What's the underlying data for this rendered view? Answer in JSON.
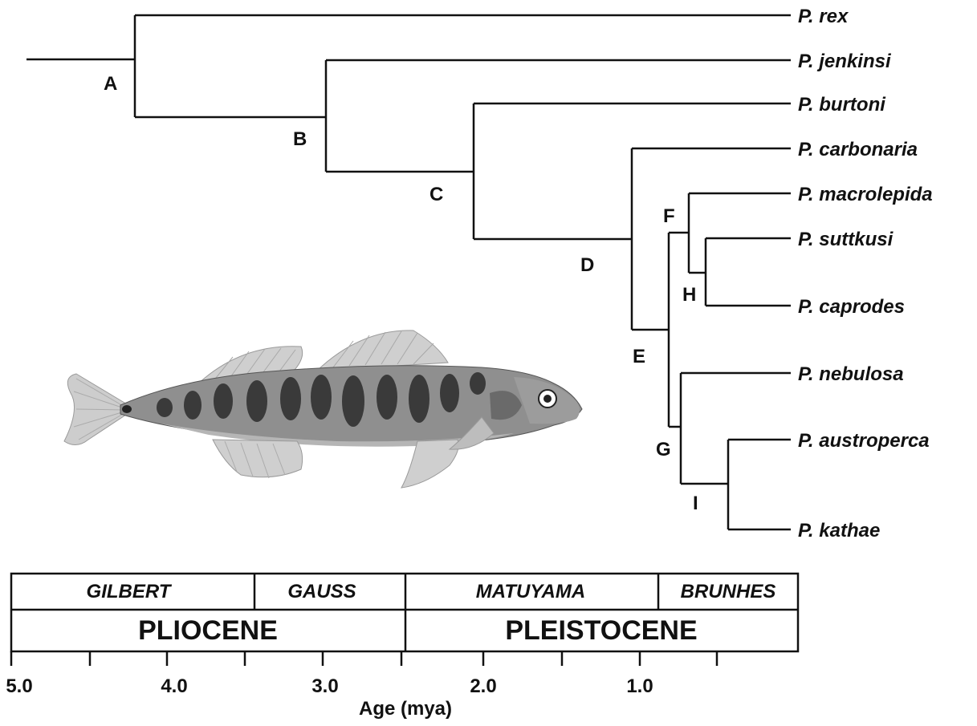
{
  "tree": {
    "taxa": [
      "P. rex",
      "P. jenkinsi",
      "P. burtoni",
      "P. carbonaria",
      "P. macrolepida",
      "P. suttkusi",
      "P. caprodes",
      "P. nebulosa",
      "P. austroperca",
      "P. kathae"
    ],
    "nodes": [
      "A",
      "B",
      "C",
      "D",
      "E",
      "F",
      "G",
      "H",
      "I"
    ]
  },
  "timescale": {
    "chrons": [
      "GILBERT",
      "GAUSS",
      "MATUYAMA",
      "BRUNHES"
    ],
    "epochs": [
      "PLIOCENE",
      "PLEISTOCENE"
    ],
    "ticks": [
      "5.0",
      "4.0",
      "3.0",
      "2.0",
      "1.0"
    ],
    "axis_title": "Age (mya)"
  },
  "illustration": {
    "subject": "darter fish illustration",
    "colors": {
      "body": "#8f8f8f",
      "bands": "#3a3a3a",
      "fins": "#c9c9c9"
    }
  }
}
